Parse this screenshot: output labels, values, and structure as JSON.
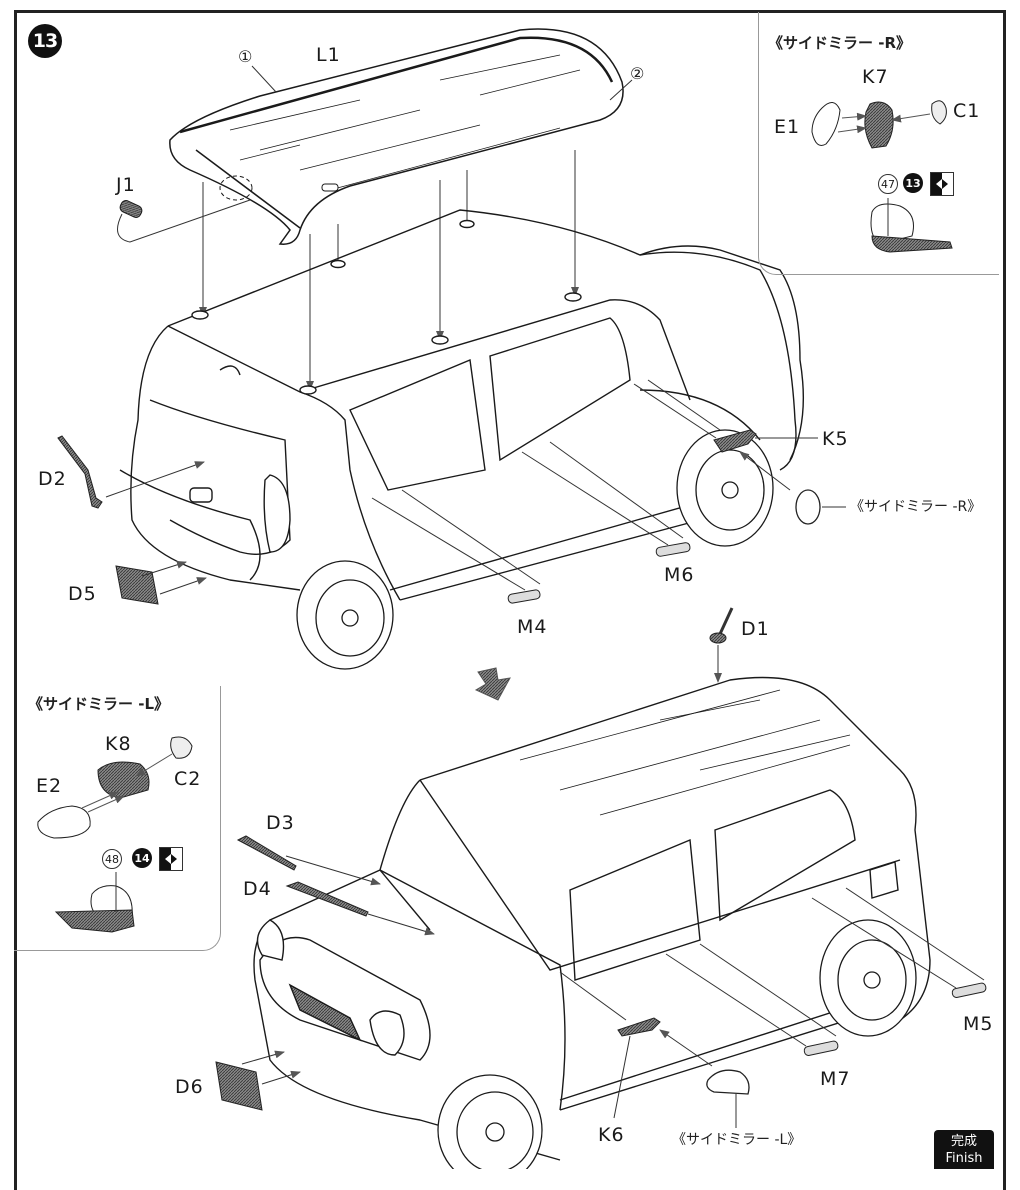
{
  "step": {
    "number": "13"
  },
  "roof_refs": {
    "ref1": "①",
    "ref2": "②"
  },
  "parts": {
    "L1": "L1",
    "J1": "J1",
    "D1": "D1",
    "D2": "D2",
    "D3": "D3",
    "D4": "D4",
    "D5": "D5",
    "D6": "D6",
    "K5": "K5",
    "K6": "K6",
    "M4": "M4",
    "M5": "M5",
    "M6": "M6",
    "M7": "M7"
  },
  "mirror_r": {
    "title": "《サイドミラー -R》",
    "body": "K7",
    "mirror": "E1",
    "lens": "C1",
    "paint_ref": "47",
    "step_ref": "13"
  },
  "mirror_l": {
    "title": "《サイドミラー -L》",
    "body": "K8",
    "mirror": "E2",
    "lens": "C2",
    "paint_ref": "48",
    "step_ref": "14"
  },
  "callouts": {
    "mirror_r_attach": "《サイドミラー -R》",
    "mirror_l_attach": "《サイドミラー -L》"
  },
  "finish": {
    "jp": "完成",
    "en": "Finish"
  },
  "colors": {
    "line": "#1a1a1a",
    "part_fill": "#6b6b6b",
    "arrow": "#555555"
  }
}
